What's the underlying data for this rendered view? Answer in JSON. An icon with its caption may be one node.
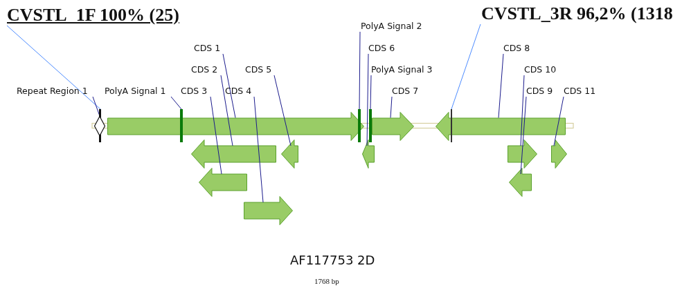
{
  "diagram": {
    "nodes": [
      {
        "text": [
          "CVSTL_1F 100% (25)"
        ]
      },
      {
        "text": [
          "CVSTL_3R 96,2% (1318"
        ]
      },
      {
        "text": [
          "PolyA Signal 2"
        ]
      },
      {
        "text": [
          "CDS 1"
        ]
      },
      {
        "text": [
          "CDS 6"
        ]
      },
      {
        "text": [
          "CDS 8"
        ]
      },
      {
        "text": [
          "CDS 2"
        ]
      },
      {
        "text": [
          "CDS 5"
        ]
      },
      {
        "text": [
          "PolyA Signal 3"
        ]
      },
      {
        "text": [
          "CDS 10"
        ]
      },
      {
        "text": [
          "Repeat Region 1"
        ]
      },
      {
        "text": [
          "PolyA Signal 1"
        ]
      },
      {
        "text": [
          "CDS 3"
        ]
      },
      {
        "text": [
          "CDS 4"
        ]
      },
      {
        "text": [
          "CDS 7"
        ]
      },
      {
        "text": [
          "CDS 9"
        ]
      },
      {
        "text": [
          "CDS 11"
        ]
      },
      {
        "text": [],
        "shape": "bar"
      },
      {
        "text": [],
        "shape": "diamond"
      },
      {
        "text": [],
        "shape": "arrow"
      },
      {
        "text": [],
        "shape": "bar"
      },
      {
        "text": [],
        "shape": "arrow"
      },
      {
        "text": [],
        "shape": "arrow"
      },
      {
        "text": [],
        "shape": "arrow"
      },
      {
        "text": [],
        "shape": "arrow"
      },
      {
        "text": [],
        "shape": "bar"
      },
      {
        "text": [],
        "shape": "arrow"
      },
      {
        "text": [],
        "shape": "bar"
      },
      {
        "text": [],
        "shape": "arrow"
      },
      {
        "text": [],
        "shape": "arrow"
      },
      {
        "text": [],
        "shape": "bar"
      },
      {
        "text": [],
        "shape": "arrow"
      },
      {
        "text": [],
        "shape": "arrow"
      },
      {
        "text": [],
        "shape": "arrow"
      }
    ],
    "edges": [
      {
        "from": 0,
        "to": 17,
        "arrow": "none",
        "color": "#4d8cff"
      },
      {
        "from": 1,
        "to": 30,
        "arrow": "none",
        "color": "#4d8cff"
      },
      {
        "from": 10,
        "to": 18,
        "arrow": "none"
      },
      {
        "from": 11,
        "to": 20,
        "arrow": "none"
      },
      {
        "from": 3,
        "to": 19,
        "arrow": "none"
      },
      {
        "from": 6,
        "to": 21,
        "arrow": "none"
      },
      {
        "from": 12,
        "to": 22,
        "arrow": "none"
      },
      {
        "from": 13,
        "to": 23,
        "arrow": "none"
      },
      {
        "from": 7,
        "to": 24,
        "arrow": "none"
      },
      {
        "from": 2,
        "to": 25,
        "arrow": "none"
      },
      {
        "from": 4,
        "to": 26,
        "arrow": "none"
      },
      {
        "from": 8,
        "to": 27,
        "arrow": "none"
      },
      {
        "from": 14,
        "to": 28,
        "arrow": "none"
      },
      {
        "from": 5,
        "to": 29,
        "arrow": "none"
      },
      {
        "from": 9,
        "to": 31,
        "arrow": "none"
      },
      {
        "from": 15,
        "to": 32,
        "arrow": "none"
      },
      {
        "from": 16,
        "to": 33,
        "arrow": "none"
      }
    ],
    "labels": [
      "AF117753 2D",
      "1768 bp"
    ]
  }
}
